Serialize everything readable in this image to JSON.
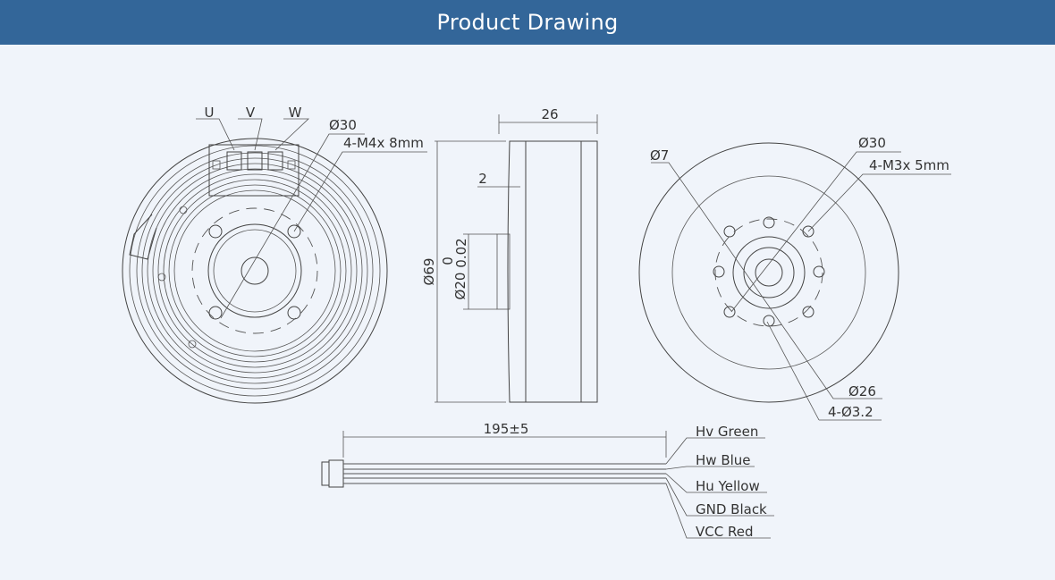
{
  "header": {
    "title": "Product Drawing"
  },
  "front_view": {
    "phase_labels": [
      "U",
      "V",
      "W"
    ],
    "dim_diameter": "Ø30",
    "dim_thread": "4-M4x 8mm"
  },
  "side_view": {
    "dim_width": "26",
    "dim_step": "2",
    "dim_outer": "Ø69",
    "dim_shaft_main": "Ø20",
    "dim_shaft_tol_upper": "0",
    "dim_shaft_tol_lower": "0.02"
  },
  "back_view": {
    "dim_center": "Ø7",
    "dim_diameter": "Ø30",
    "dim_thread": "4-M3x 5mm",
    "dim_bolt_circle": "Ø26",
    "dim_holes": "4-Ø3.2"
  },
  "cable": {
    "length": "195±5",
    "wires": [
      "Hv Green",
      "Hw Blue",
      "Hu Yellow",
      "GND Black",
      "VCC Red"
    ]
  }
}
